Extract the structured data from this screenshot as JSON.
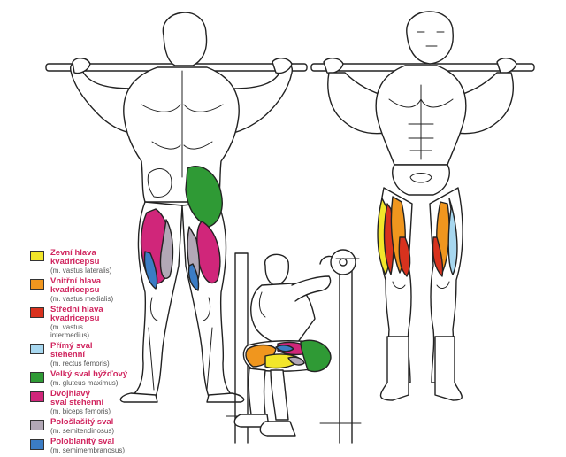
{
  "legend": [
    {
      "czech": "Zevní hlava\nkvadricepsu",
      "latin": "(m. vastus lateralis)",
      "color": "#f2e62a"
    },
    {
      "czech": "Vnitřní hlava\nkvadricepsu",
      "latin": "(m. vastus medialis)",
      "color": "#f0961e"
    },
    {
      "czech": "Střední hlava\nkvadricepsu",
      "latin": "(m. vastus\nintermedius)",
      "color": "#d8321e"
    },
    {
      "czech": "Přímý sval\nstehenní",
      "latin": "(m. rectus femoris)",
      "color": "#a7d7ef"
    },
    {
      "czech": "Velký sval hýžďový",
      "latin": "(m. gluteus maximus)",
      "color": "#2f9a35"
    },
    {
      "czech": "Dvojhlavý\nsval stehenní",
      "latin": "(m. biceps femoris)",
      "color": "#d0267a"
    },
    {
      "czech": "Pološlašitý sval",
      "latin": "(m. semitendinosus)",
      "color": "#b2a8b6"
    },
    {
      "czech": "Poloblanitý sval",
      "latin": "(m. semimembranosus)",
      "color": "#3b7cc4"
    }
  ],
  "colors": {
    "line": "#222222",
    "yellow": "#f2e62a",
    "orange": "#f0961e",
    "red": "#d8321e",
    "lightblue": "#a7d7ef",
    "green": "#2f9a35",
    "magenta": "#d0267a",
    "grey": "#b2a8b6",
    "blue": "#3b7cc4"
  }
}
